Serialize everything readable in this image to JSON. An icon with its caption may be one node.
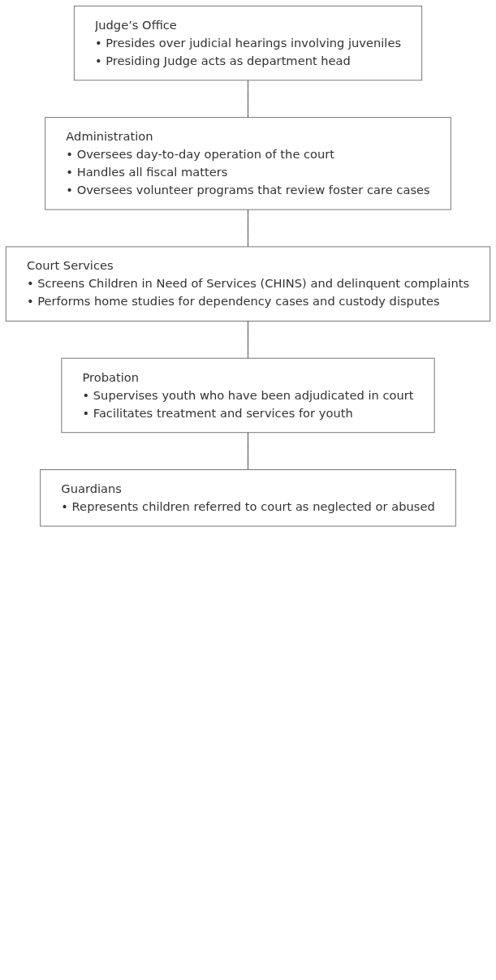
{
  "diagram": {
    "nodes": [
      {
        "text": [
          "Judge’s Office",
          "• Presides over judicial hearings involving juveniles",
          "• Presiding Judge acts as department head"
        ]
      },
      {
        "text": [
          "Administration",
          "• Oversees day-to-day operation of the court",
          "• Handles all fiscal matters",
          "• Oversees volunteer programs that review foster care cases"
        ]
      },
      {
        "text": [
          "Court Services",
          "• Screens Children in Need of Services (CHINS) and delinquent complaints",
          "• Performs home studies for dependency cases and custody disputes"
        ]
      },
      {
        "text": [
          "Probation",
          "• Supervises youth who have been adjudicated in court",
          "• Facilitates treatment and services for youth"
        ]
      },
      {
        "text": [
          "Guardians",
          "• Represents children referred to court as neglected or abused"
        ]
      }
    ],
    "edges": [
      {
        "from": 0,
        "to": 1,
        "arrow": "none"
      },
      {
        "from": 1,
        "to": 2,
        "arrow": "none"
      },
      {
        "from": 2,
        "to": 3,
        "arrow": "none"
      },
      {
        "from": 3,
        "to": 4,
        "arrow": "none"
      }
    ]
  }
}
